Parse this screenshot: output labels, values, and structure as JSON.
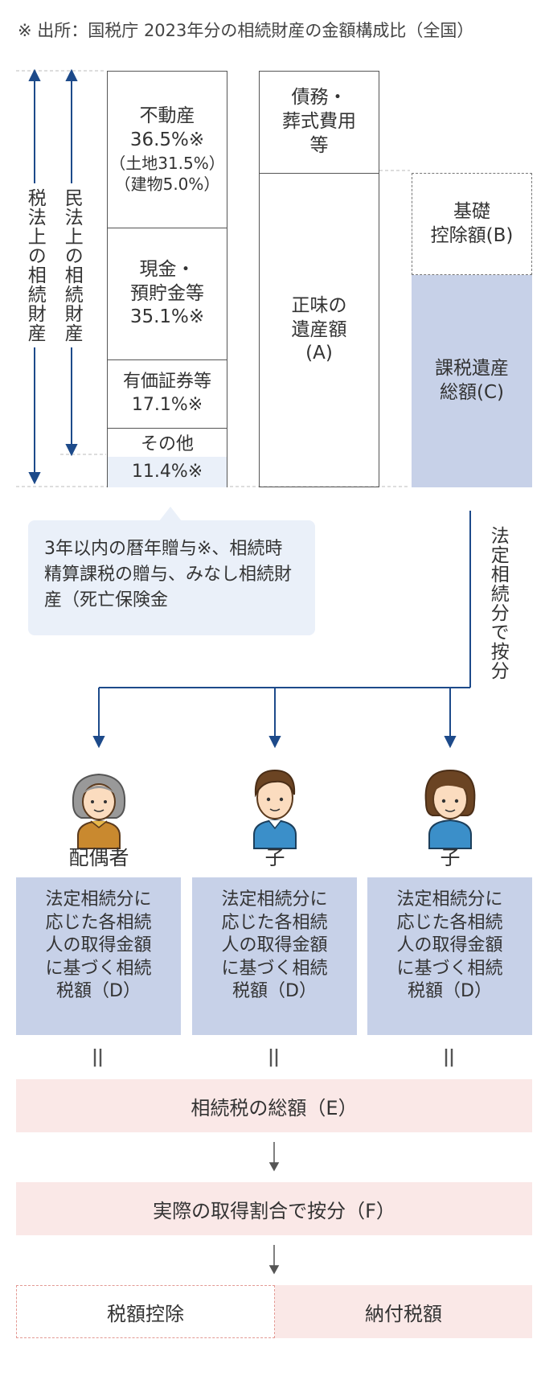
{
  "source_note": "※ 出所：国税庁 2023年分の相続財産の金額構成比（全国）",
  "labels": {
    "tax_law_estate": "税法上の相続財産",
    "civil_law_estate": "民法上の相続財産",
    "statutory_split": "法定相続分で按分"
  },
  "assets": {
    "real_estate": {
      "name": "不動産",
      "pct": "36.5%※",
      "sub1": "（土地31.5%）",
      "sub2": "（建物5.0%）"
    },
    "cash": {
      "name1": "現金・",
      "name2": "預貯金等",
      "pct": "35.1%※"
    },
    "securities": {
      "name": "有価証券等",
      "pct": "17.1%※"
    },
    "other": {
      "name": "その他",
      "pct": "11.4%※"
    }
  },
  "debt": {
    "line1": "債務・",
    "line2": "葬式費用",
    "line3": "等"
  },
  "net_estate": {
    "line1": "正味の",
    "line2": "遺産額",
    "line3": "(A)"
  },
  "basic_deduction": {
    "line1": "基礎",
    "line2": "控除額(B)"
  },
  "taxable_total": {
    "line1": "課税遺産",
    "line2": "総額(C)"
  },
  "callout": {
    "text": "3年以内の暦年贈与※、相続時精算課税の贈与、みなし相続財産（死亡保険金"
  },
  "heirs": [
    {
      "label": "配偶者",
      "tax": [
        "法定相続分に",
        "応じた各相続",
        "人の取得金額",
        "に基づく相続",
        "税額（D）"
      ],
      "equals": "||"
    },
    {
      "label": "子",
      "tax": [
        "法定相続分に",
        "応じた各相続",
        "人の取得金額",
        "に基づく相続",
        "税額（D）"
      ],
      "equals": "||"
    },
    {
      "label": "子",
      "tax": [
        "法定相続分に",
        "応じた各相続",
        "人の取得金額",
        "に基づく相続",
        "税額（D）"
      ],
      "equals": "||"
    }
  ],
  "total_tax": "相続税の総額（E）",
  "actual_split": "実際の取得割合で按分（F）",
  "tax_credit": "税額控除",
  "tax_payable": "納付税額",
  "colors": {
    "navy": "#1d4a8a",
    "blue_fill": "#c7d1e8",
    "light_blue": "#eaf0f9",
    "pink": "#fae8e7"
  },
  "icons": {
    "spouse": "elderly-woman-icon",
    "child1": "boy-icon",
    "child2": "girl-icon"
  }
}
